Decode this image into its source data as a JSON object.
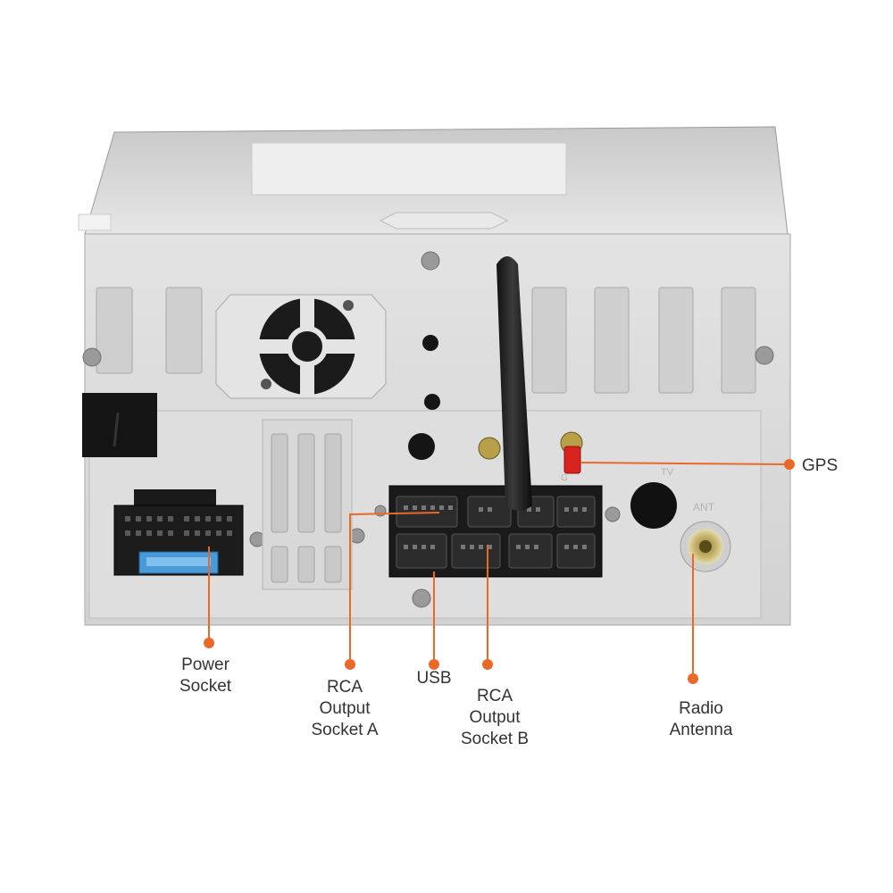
{
  "device": {
    "panel_text": {
      "ant": "ANT",
      "tv": "TV",
      "gps_mark": "G"
    }
  },
  "callouts": {
    "gps": {
      "lines": [
        "GPS"
      ]
    },
    "power_socket": {
      "lines": [
        "Power",
        "Socket"
      ]
    },
    "rca_output_a": {
      "lines": [
        "RCA",
        "Output",
        "Socket A"
      ]
    },
    "usb": {
      "lines": [
        "USB"
      ]
    },
    "rca_output_b": {
      "lines": [
        "RCA",
        "Output",
        "Socket B"
      ]
    },
    "radio_antenna": {
      "lines": [
        "Radio",
        "Antenna"
      ]
    }
  },
  "colors": {
    "callout_orange": "#e8692a",
    "chassis_silver": "#dcdcdc",
    "chassis_shadow": "#b9b9b9",
    "connector_black": "#1c1c1c",
    "gps_red": "#d8231f",
    "fuse_blue": "#4a9ad8"
  }
}
